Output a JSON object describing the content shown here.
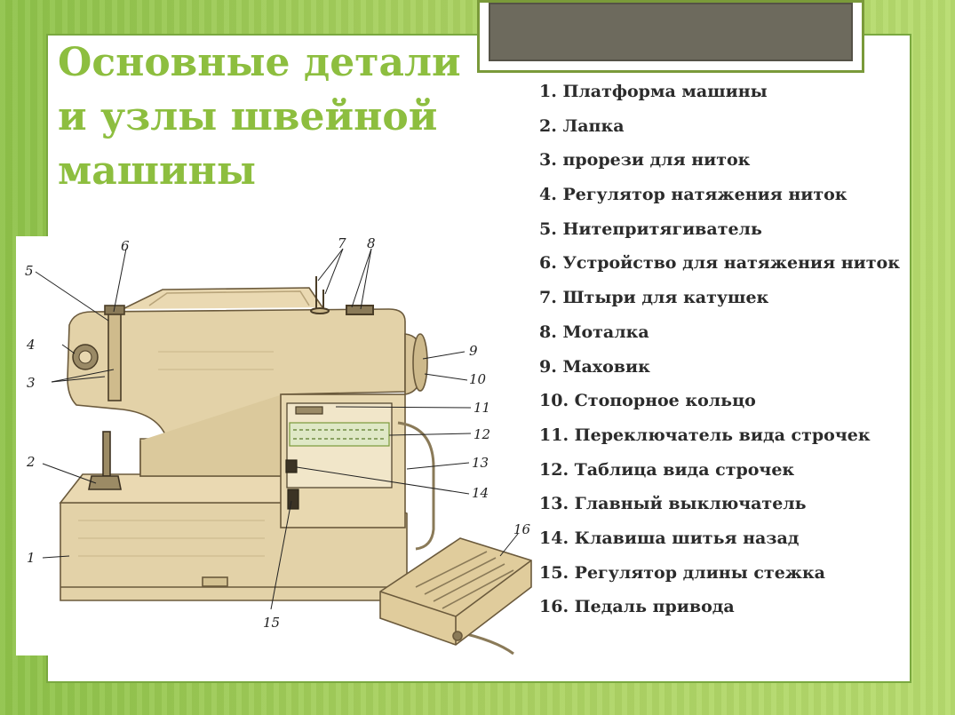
{
  "slide": {
    "title_lines": [
      "Основные детали",
      "и узлы швейной",
      "машины"
    ]
  },
  "legend": [
    "1. Платформа машины",
    "2. Лапка",
    "3. прорези для ниток",
    "4. Регулятор натяжения ниток",
    "5. Нитепритягиватель",
    "6. Устройство для натяжения ниток",
    "7. Штыри для катушек",
    "8. Моталка",
    "9. Маховик",
    "10. Стопорное кольцо",
    "11. Переключатель вида строчек",
    "12. Таблица вида строчек",
    "13. Главный выключатель",
    "14. Клавиша шитья назад",
    "15. Регулятор длины стежка",
    "16. Педаль привода"
  ],
  "callouts": [
    "1",
    "2",
    "3",
    "4",
    "5",
    "6",
    "7",
    "8",
    "9",
    "10",
    "11",
    "12",
    "13",
    "14",
    "15",
    "16"
  ],
  "colors": {
    "background_green": "#a9d160",
    "title_green": "#8dbe3f",
    "machine_body": "#e3d2a8",
    "machine_outline": "#6b5a3c",
    "accent_box": "#6d6a5d"
  }
}
